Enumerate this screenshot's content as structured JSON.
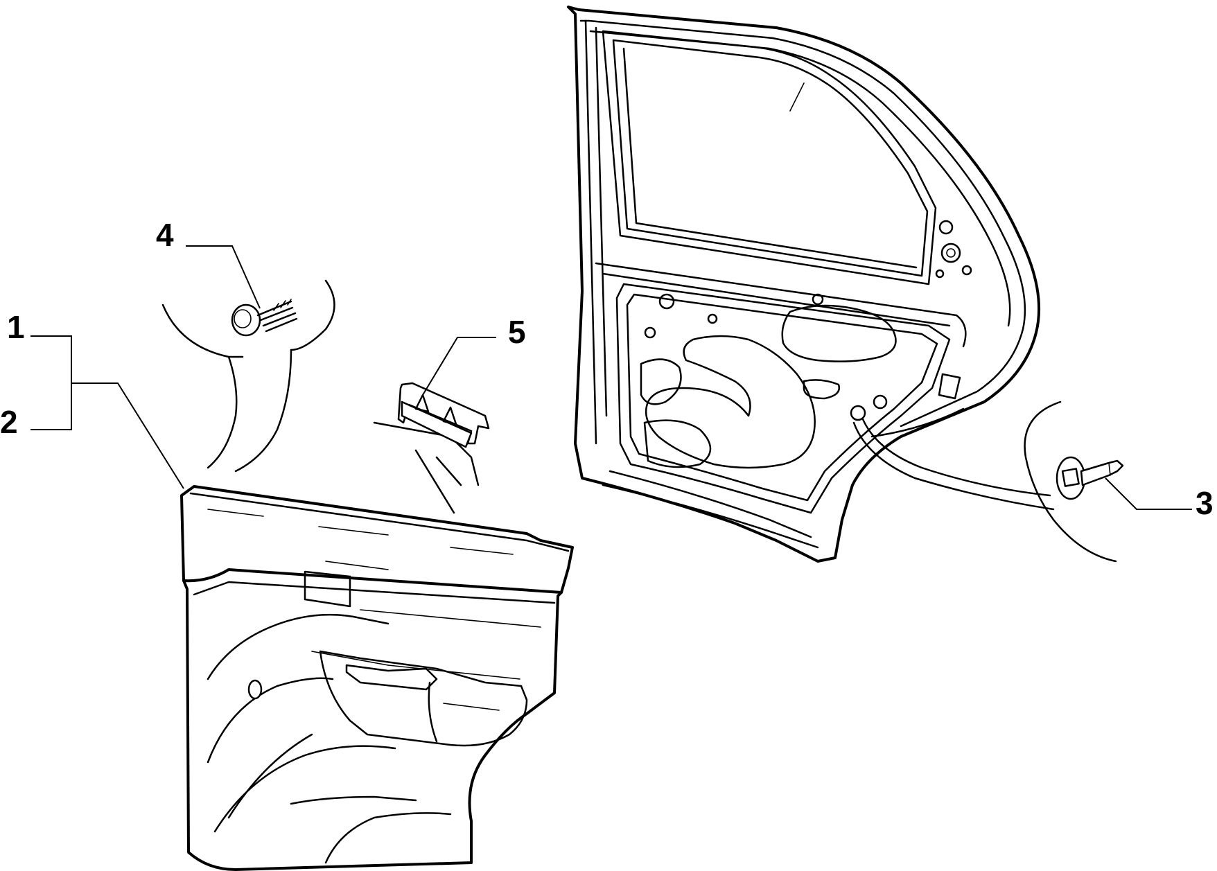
{
  "labels": {
    "trim_panel": "1",
    "trim_panel_alt": "2",
    "door_screw": "3",
    "panel_clip": "4",
    "retaining_bracket": "5"
  },
  "colors": {
    "line": "#000000",
    "background": "#ffffff"
  }
}
